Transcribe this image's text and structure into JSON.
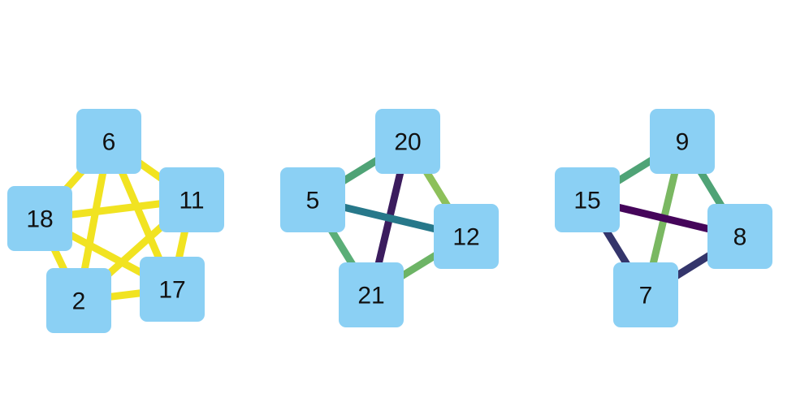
{
  "node_color": "#8BD0F4",
  "graphs": [
    {
      "nodes": [
        {
          "id": "6",
          "label": "6"
        },
        {
          "id": "18",
          "label": "18"
        },
        {
          "id": "11",
          "label": "11"
        },
        {
          "id": "2",
          "label": "2"
        },
        {
          "id": "17",
          "label": "17"
        }
      ],
      "edges": [
        {
          "source": "6",
          "target": "18",
          "color": "#F1E321"
        },
        {
          "source": "6",
          "target": "11",
          "color": "#F1E321"
        },
        {
          "source": "6",
          "target": "2",
          "color": "#F1E321"
        },
        {
          "source": "6",
          "target": "17",
          "color": "#F1E321"
        },
        {
          "source": "18",
          "target": "11",
          "color": "#F1E321"
        },
        {
          "source": "18",
          "target": "2",
          "color": "#F1E321"
        },
        {
          "source": "18",
          "target": "17",
          "color": "#F1E321"
        },
        {
          "source": "11",
          "target": "2",
          "color": "#F1E321"
        },
        {
          "source": "11",
          "target": "17",
          "color": "#F1E321"
        },
        {
          "source": "2",
          "target": "17",
          "color": "#F1E321"
        }
      ]
    },
    {
      "nodes": [
        {
          "id": "20",
          "label": "20"
        },
        {
          "id": "5",
          "label": "5"
        },
        {
          "id": "12",
          "label": "12"
        },
        {
          "id": "21",
          "label": "21"
        }
      ],
      "edges": [
        {
          "source": "20",
          "target": "5",
          "color": "#4FA376"
        },
        {
          "source": "20",
          "target": "12",
          "color": "#8DC05A"
        },
        {
          "source": "20",
          "target": "21",
          "color": "#3B1C5E"
        },
        {
          "source": "5",
          "target": "12",
          "color": "#27788A"
        },
        {
          "source": "5",
          "target": "21",
          "color": "#5BAE78"
        },
        {
          "source": "12",
          "target": "21",
          "color": "#6DB466"
        }
      ]
    },
    {
      "nodes": [
        {
          "id": "9",
          "label": "9"
        },
        {
          "id": "15",
          "label": "15"
        },
        {
          "id": "8",
          "label": "8"
        },
        {
          "id": "7",
          "label": "7"
        }
      ],
      "edges": [
        {
          "source": "9",
          "target": "15",
          "color": "#4FA376"
        },
        {
          "source": "9",
          "target": "8",
          "color": "#4FA376"
        },
        {
          "source": "9",
          "target": "7",
          "color": "#7AB862"
        },
        {
          "source": "15",
          "target": "8",
          "color": "#45055A"
        },
        {
          "source": "15",
          "target": "7",
          "color": "#34356B"
        },
        {
          "source": "8",
          "target": "7",
          "color": "#34356B"
        }
      ]
    }
  ]
}
